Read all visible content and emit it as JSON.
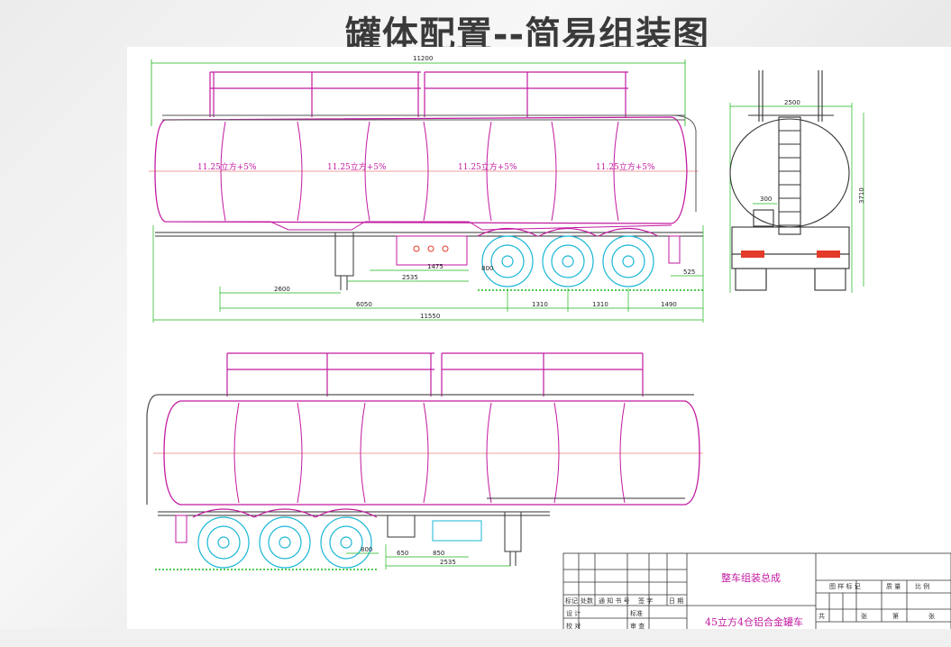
{
  "page": {
    "title": "罐体配置--简易组装图"
  },
  "drawing": {
    "side_view": {
      "compartments": [
        "11.25立方+5%",
        "11.25立方+5%",
        "11.25立方+5%",
        "11.25立方+5%"
      ],
      "dims": {
        "overall_top": "11200",
        "d_1475": "1475",
        "d_2535": "2535",
        "d_800": "800",
        "d_525": "525",
        "d_2600": "2600",
        "d_6050": "6050",
        "d_1310a": "1310",
        "d_1310b": "1310",
        "d_1490": "1490",
        "overall_bottom": "11550"
      }
    },
    "rear_view": {
      "dims": {
        "width": "2500",
        "d_300": "300",
        "height": "3710"
      }
    },
    "lower_view": {
      "dims": {
        "d_800": "800",
        "d_650": "650",
        "d_850": "850",
        "d_2535": "2535"
      }
    },
    "title_block": {
      "title_main": "整车组装总成",
      "title_product": "45立方4仓铝合金罐车",
      "row1": [
        "图 样 标 记",
        "质 量",
        "比 例"
      ],
      "row2": [
        "共",
        "张",
        "第",
        "张"
      ],
      "sign_header": [
        "标记",
        "处数",
        "通 知 书 号",
        "签 字",
        "日 期"
      ],
      "labels": [
        "设 计",
        "标准",
        "校 对",
        "审 查"
      ]
    }
  },
  "colors": {
    "tank_outline": "#c21aa0",
    "dimension_lines": "#1bb51b",
    "wheels": "#19b7d6",
    "structure": "#3a3a3a",
    "lamps": "#e33a2a"
  }
}
